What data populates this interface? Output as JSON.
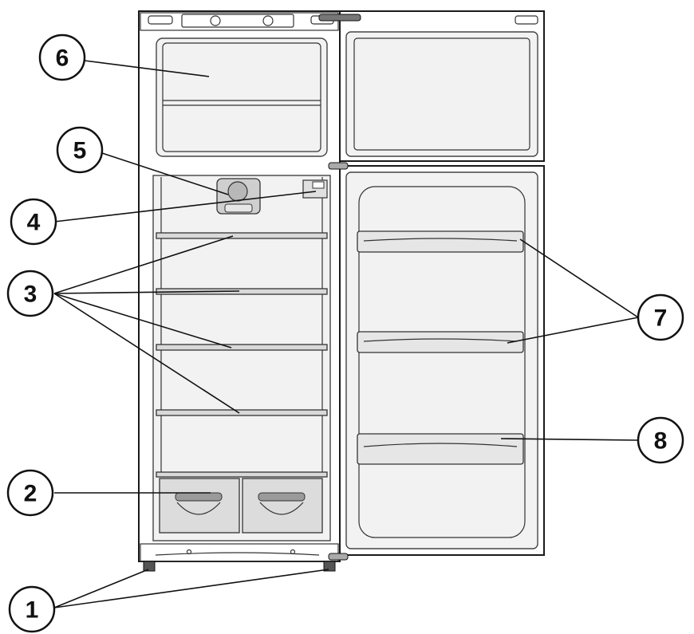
{
  "callouts": [
    {
      "id": "1",
      "label": "1"
    },
    {
      "id": "2",
      "label": "2"
    },
    {
      "id": "3",
      "label": "3"
    },
    {
      "id": "4",
      "label": "4"
    },
    {
      "id": "5",
      "label": "5"
    },
    {
      "id": "6",
      "label": "6"
    },
    {
      "id": "7",
      "label": "7"
    },
    {
      "id": "8",
      "label": "8"
    }
  ],
  "colors": {
    "line": "#111111",
    "liner": "#f2f2f2",
    "shelf": "#d9d9d9"
  }
}
